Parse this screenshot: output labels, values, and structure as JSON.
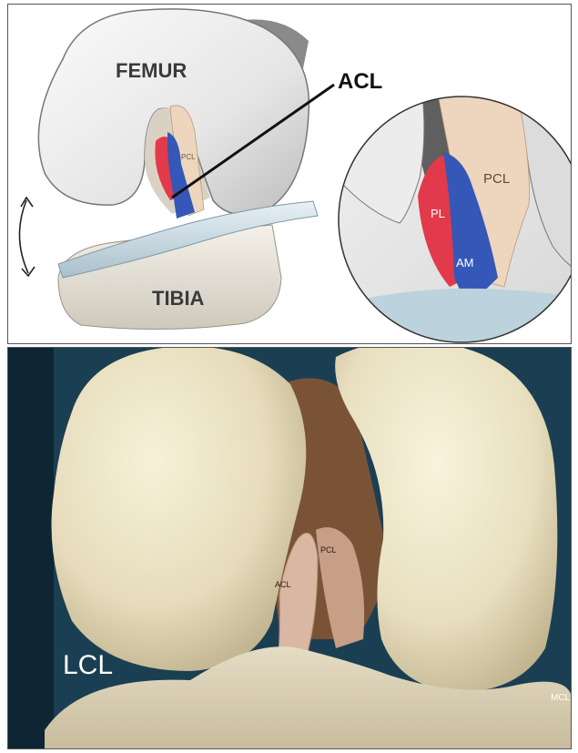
{
  "diagram": {
    "labels": {
      "femur": "FEMUR",
      "tibia": "TIBIA",
      "acl": "ACL",
      "pcl_small": "PCL",
      "inset_pcl": "PCL",
      "inset_pl": "PL",
      "inset_am": "AM"
    }
  },
  "photo": {
    "labels": {
      "lcl": "LCL",
      "pcl": "PCL",
      "acl": "ACL",
      "mcl": "MCL"
    }
  },
  "colors": {
    "acl_red": "#e23a4a",
    "acl_blue": "#3557b8",
    "bone": "#ececec",
    "pcl_tan": "#edd6bd",
    "photo_bg": "#1b3f52",
    "condyle": "#eee6c8"
  }
}
